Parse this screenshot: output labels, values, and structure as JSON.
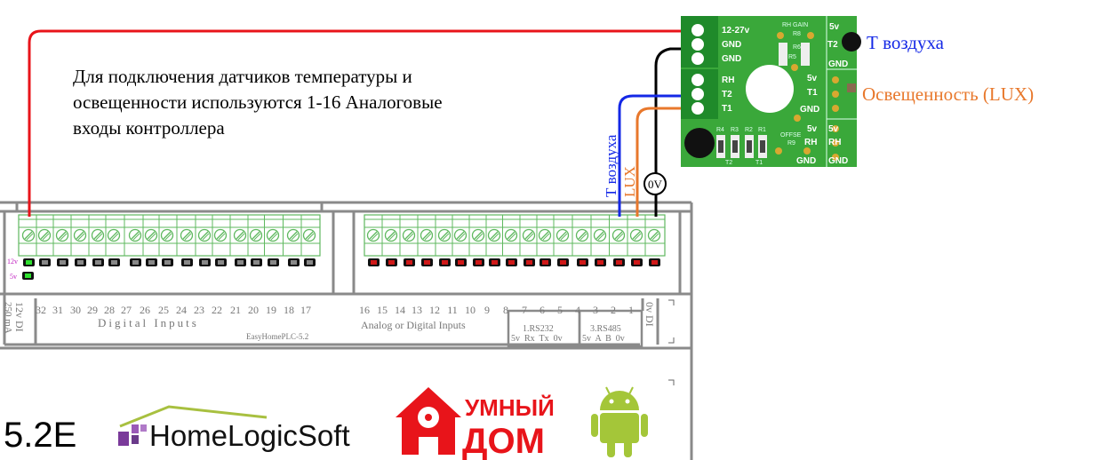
{
  "description_text": [
    "Для подключения датчиков температуры и",
    "освещенности используются 1-16 Аналоговые",
    "входы контроллера"
  ],
  "labels": {
    "t_air_right": "Т воздуха",
    "lux_right": "Освещенность (LUX)",
    "t_air_vertical": "Т воздуха",
    "lux_vertical": "LUX",
    "zero_v": "0V"
  },
  "sensor_board": {
    "terminals": [
      "12-27v",
      "GND",
      "GND",
      "RH",
      "T2",
      "T1"
    ],
    "silk": {
      "rh_gain": "RH GAIN",
      "r8": "R8",
      "r6": "R6",
      "r5": "R5",
      "offse": "OFFSE",
      "r9": "R9",
      "r4": "R4",
      "r3": "R3",
      "r2": "R2",
      "r1": "R1",
      "t2": "T2",
      "t1": "T1"
    },
    "right_pins_top": [
      "5v",
      "T2",
      "GND"
    ],
    "mid_pins": [
      "5v",
      "T1",
      "GND"
    ],
    "right_pins_bottom": [
      "5v",
      "RH",
      "GND"
    ],
    "mid_bottom": [
      "5v",
      "RH",
      "GND"
    ]
  },
  "controller": {
    "led_labels": [
      "12v",
      "5v"
    ],
    "left_side": [
      "12v DI",
      "250 mA"
    ],
    "digital_numbers": [
      "32",
      "31",
      "30",
      "29",
      "28",
      "27",
      "26",
      "25",
      "24",
      "23",
      "22",
      "21",
      "20",
      "19",
      "18",
      "17"
    ],
    "digital_label": "Digital Inputs",
    "model": "EasyHomePLC-5.2",
    "analog_numbers": [
      "16",
      "15",
      "14",
      "13",
      "12",
      "11",
      "10",
      "9",
      "8",
      "7",
      "6",
      "5",
      "4",
      "3",
      "2",
      "1"
    ],
    "analog_label": "Analog or Digital Inputs",
    "rs232": {
      "title": "1.RS232",
      "pins": "5v  Rx  Tx  0v"
    },
    "rs485": {
      "title": "3.RS485",
      "pins": "5v  A  B  0v"
    },
    "right_side": "0v DI"
  },
  "footer": {
    "version": "5.2E",
    "brand": "HomeLogicSoft",
    "smart_home_logo": [
      "УМНЫЙ",
      "ДОМ"
    ]
  },
  "colors": {
    "red": "#e8141a",
    "black": "#000000",
    "blue": "#1428e6",
    "orange": "#e8782c",
    "board": "#3aa83a",
    "terminal": "#5fb85f"
  }
}
